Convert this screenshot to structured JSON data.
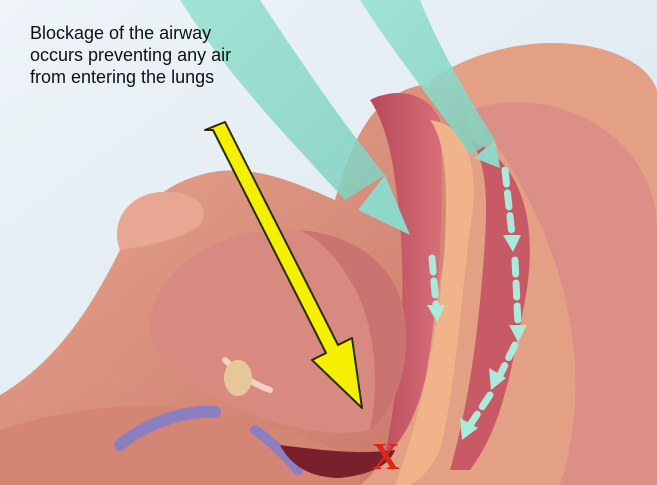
{
  "caption": {
    "lines": [
      "Blockage of the airway",
      "occurs preventing any air",
      "from entering the lungs"
    ]
  },
  "blockage_marker": {
    "label": "X",
    "color": "#e0241b"
  },
  "colors": {
    "airflow": "#8fd8c8",
    "pointer_arrow": "#f5f000",
    "tissue": "#d4837d",
    "background": "#dfeaf2"
  },
  "icons": {
    "pointer": "yellow-arrow-icon",
    "airflow": "airflow-arrow-icon"
  }
}
